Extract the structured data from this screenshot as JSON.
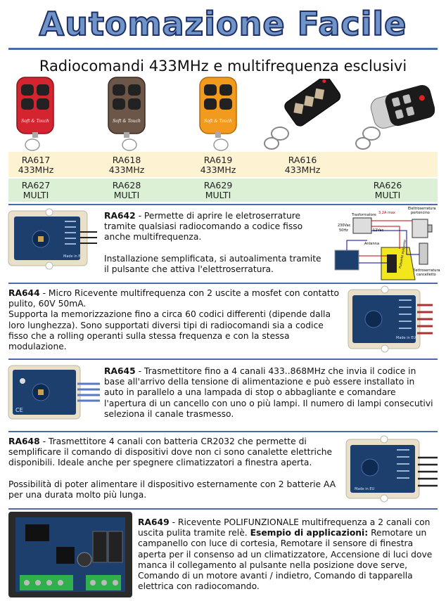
{
  "title": "Automazione Facile",
  "subtitle": "Radiocomandi 433MHz e multifrequenza esclusivi",
  "colors": {
    "rule": "#4a6aa8",
    "band_yellow": "#fdf3d3",
    "band_green": "#dcf0d6",
    "title_fill": "#6e94c8",
    "title_stroke": "#1f2f66"
  },
  "remote_labels": {
    "ra617": "Soft & Touch",
    "ra618": "Soft & Touch",
    "ra619": "Soft & Touch"
  },
  "models_433": [
    {
      "code": "RA617",
      "freq": "433MHz"
    },
    {
      "code": "RA618",
      "freq": "433MHz"
    },
    {
      "code": "RA619",
      "freq": "433MHz"
    },
    {
      "code": "RA616",
      "freq": "433MHz"
    }
  ],
  "models_multi": [
    {
      "code": "RA627",
      "freq": "MULTI"
    },
    {
      "code": "RA628",
      "freq": "MULTI"
    },
    {
      "code": "RA629",
      "freq": "MULTI"
    },
    {
      "code": "RA626",
      "freq": "MULTI"
    }
  ],
  "products": {
    "ra642": {
      "code": "RA642",
      "line1": " - Permette di aprire le eletroserrature tramite qualsiasi radiocomando a codice fisso anche multifrequenza.",
      "line2": "Installazione semplificata, si autoalimenta tramite il pulsante che attiva l'elettroserratura."
    },
    "ra644": {
      "code": "RA644",
      "text": " - Micro Ricevente multifrequenza con 2 uscite a mosfet con contatto pulito, 60V 50mA.",
      "text2": "Supporta la memorizzazione fino a circa 60 codici  differenti (dipende dalla loro lunghezza). Sono supportati diversi tipi di radiocomandi sia a codice fisso che a rolling operanti sulla stessa frequenza e con la stessa modulazione."
    },
    "ra645": {
      "code": "RA645",
      "text": " - Trasmettitore fino a 4 canali 433..868MHz che invia il codice in base all'arrivo della tensione di alimentazione e può essere installato in auto in parallelo a una lampada di stop o abbagliante e comandare l'apertura di un cancello con uno o più lampi. Il numero di lampi consecutivi seleziona il canale trasmesso."
    },
    "ra648": {
      "code": "RA648",
      "text": " - Trasmettitore 4 canali con batteria CR2032 che permette di semplificare il comando di dispositivi dove non ci sono canalette elettriche disponibili. Ideale anche per spegnere climatizzatori a finestra aperta.",
      "text2": "Possibilità di poter alimentare il dispositivo esternamente con 2 batterie AA per una durata molto più lunga."
    },
    "ra649": {
      "code": "RA649",
      "text": " - Ricevente POLIFUNZIONALE multifrequenza a 2 canali con uscita pulita tramite relè. ",
      "example_label": "Esempio di applicazioni:",
      "text2": " Remotare un campanello con luce di cortesia, Remotare il sensore di finestra aperta per il consenso ad un climatizzatore, Accensione di luci dove manca il collegamento al pulsante nella posizione dove serve, Comando di un motore avanti / indietro, Comando di tapparella elettrica con radiocomando."
    }
  },
  "diagram": {
    "trasformatore": "Trasformatore",
    "v230": "230Vac",
    "hz50": "50Hz",
    "v12": "12Vac",
    "amax": "3,2A max",
    "antenna": "Antenna",
    "elettro1": "Elettroserratura",
    "elettro1b": "portoncino",
    "elettro2": "Elettroserratura",
    "elettro2b": "cancelletto",
    "pulsante": "Pulsante esistente"
  },
  "board_labels": {
    "made_in": "Made in EU"
  }
}
